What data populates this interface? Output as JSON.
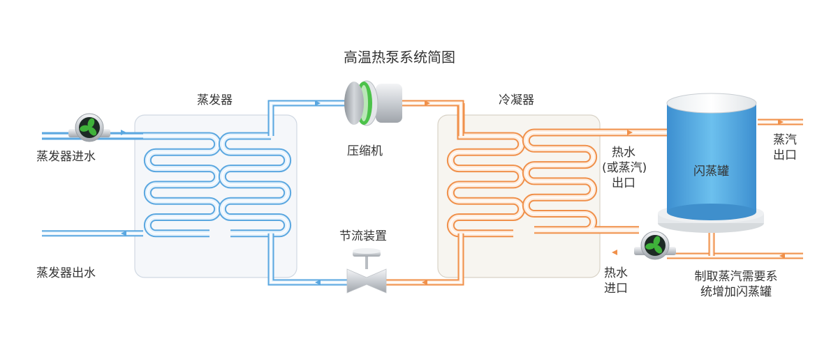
{
  "title": "高温热泵系统简图",
  "colors": {
    "cold_pipe": "#5aa7e0",
    "cold_pipe_fill": "#e8f3fc",
    "hot_pipe": "#f0904a",
    "hot_pipe_fill": "#fdeee2",
    "evaporator_bg": "#f5f7fa",
    "condenser_bg": "#f7f5f0",
    "tank_blue": "#4aa3dc",
    "pump_green": "#3fb23a"
  },
  "components": {
    "evaporator": {
      "label": "蒸发器"
    },
    "compressor": {
      "label": "压缩机"
    },
    "condenser": {
      "label": "冷凝器"
    },
    "throttle": {
      "label": "节流装置"
    },
    "flash_tank": {
      "label": "闪蒸罐"
    }
  },
  "labels": {
    "evaporator_inlet": "蒸发器进水",
    "evaporator_outlet": "蒸发器出水",
    "hot_water_outlet": [
      "热水",
      "(或蒸汽)",
      "出口"
    ],
    "hot_water_inlet": [
      "热水",
      "进口"
    ],
    "steam_outlet": [
      "蒸汽",
      "出口"
    ],
    "note": [
      "制取蒸汽需要系",
      "统增加闪蒸罐"
    ]
  }
}
